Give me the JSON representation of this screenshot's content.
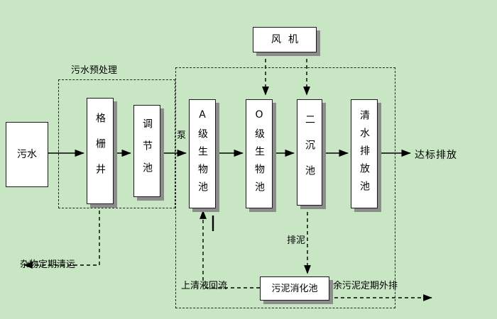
{
  "colors": {
    "background": "#c8e6c4",
    "box_fill": "#ffffff",
    "box_shadow": "#8c8c8c",
    "line": "#000000",
    "text": "#000000"
  },
  "nodes": {
    "influent": "污水",
    "grid_well": "格栅井",
    "regulating_tank": "调节池",
    "a_bio_tank": "A级生物池",
    "o_bio_tank": "O级生物池",
    "secondary_clarifier": "二沉池",
    "clean_water_tank": "清水排放池",
    "blower": "风机",
    "sludge_digester": "污泥消化池",
    "effluent": "达标排放"
  },
  "labels": {
    "pretreatment": "污水预处理",
    "pump": "泵",
    "sludge_discharge": "排泥",
    "supernatant_return": "上清液回流",
    "excess_sludge": "剩余污泥定期外排",
    "debris_removal": "杂物定期清运"
  }
}
